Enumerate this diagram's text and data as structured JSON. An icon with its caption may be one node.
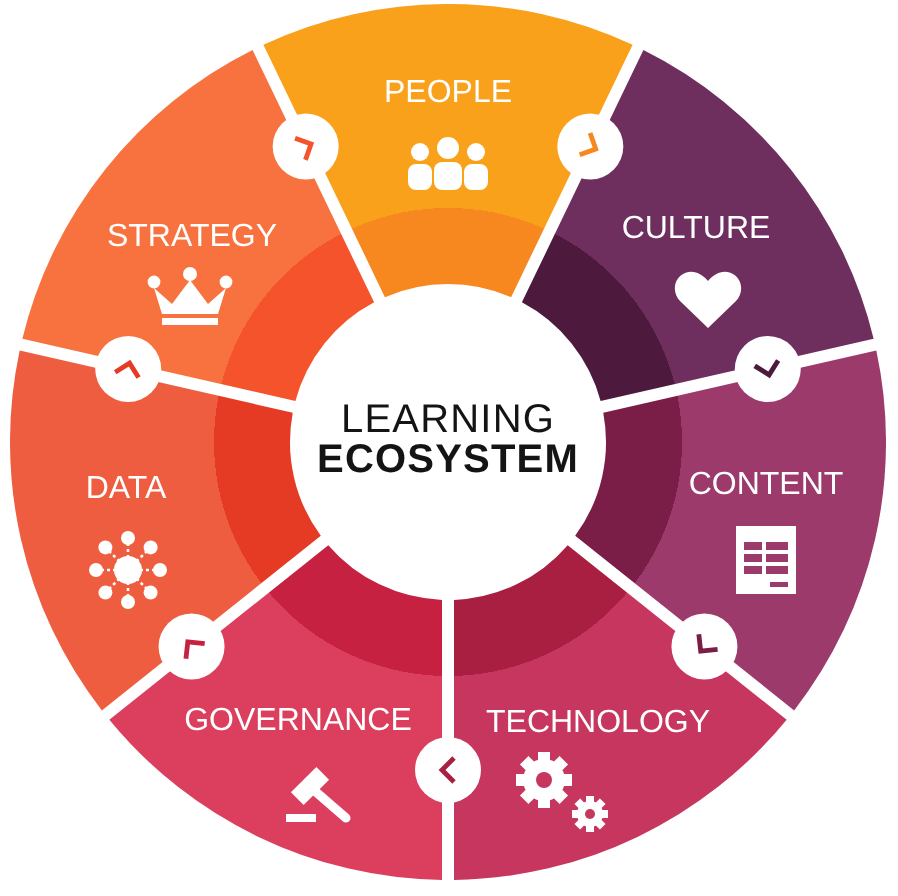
{
  "diagram": {
    "nodes": [
      {
        "text": [
          "LEARNING **ECOSYSTEM**"
        ]
      },
      {
        "text": [
          "PEOPLE"
        ]
      },
      {
        "text": [
          "CULTURE"
        ]
      },
      {
        "text": [
          "CONTENT"
        ]
      },
      {
        "text": [
          "TECHNOLOGY"
        ]
      },
      {
        "text": [
          "GOVERNANCE"
        ]
      },
      {
        "text": [
          "DATA"
        ]
      },
      {
        "text": [
          "STRATEGY"
        ]
      }
    ],
    "edges": [
      {
        "from": 7,
        "to": 1,
        "arrow": "to"
      },
      {
        "from": 1,
        "to": 2,
        "arrow": "to"
      },
      {
        "from": 2,
        "to": 3,
        "arrow": "to"
      },
      {
        "from": 3,
        "to": 4,
        "arrow": "to"
      },
      {
        "from": 4,
        "to": 5,
        "arrow": "to"
      },
      {
        "from": 5,
        "to": 6,
        "arrow": "to"
      },
      {
        "from": 6,
        "to": 7,
        "arrow": "to"
      }
    ]
  }
}
